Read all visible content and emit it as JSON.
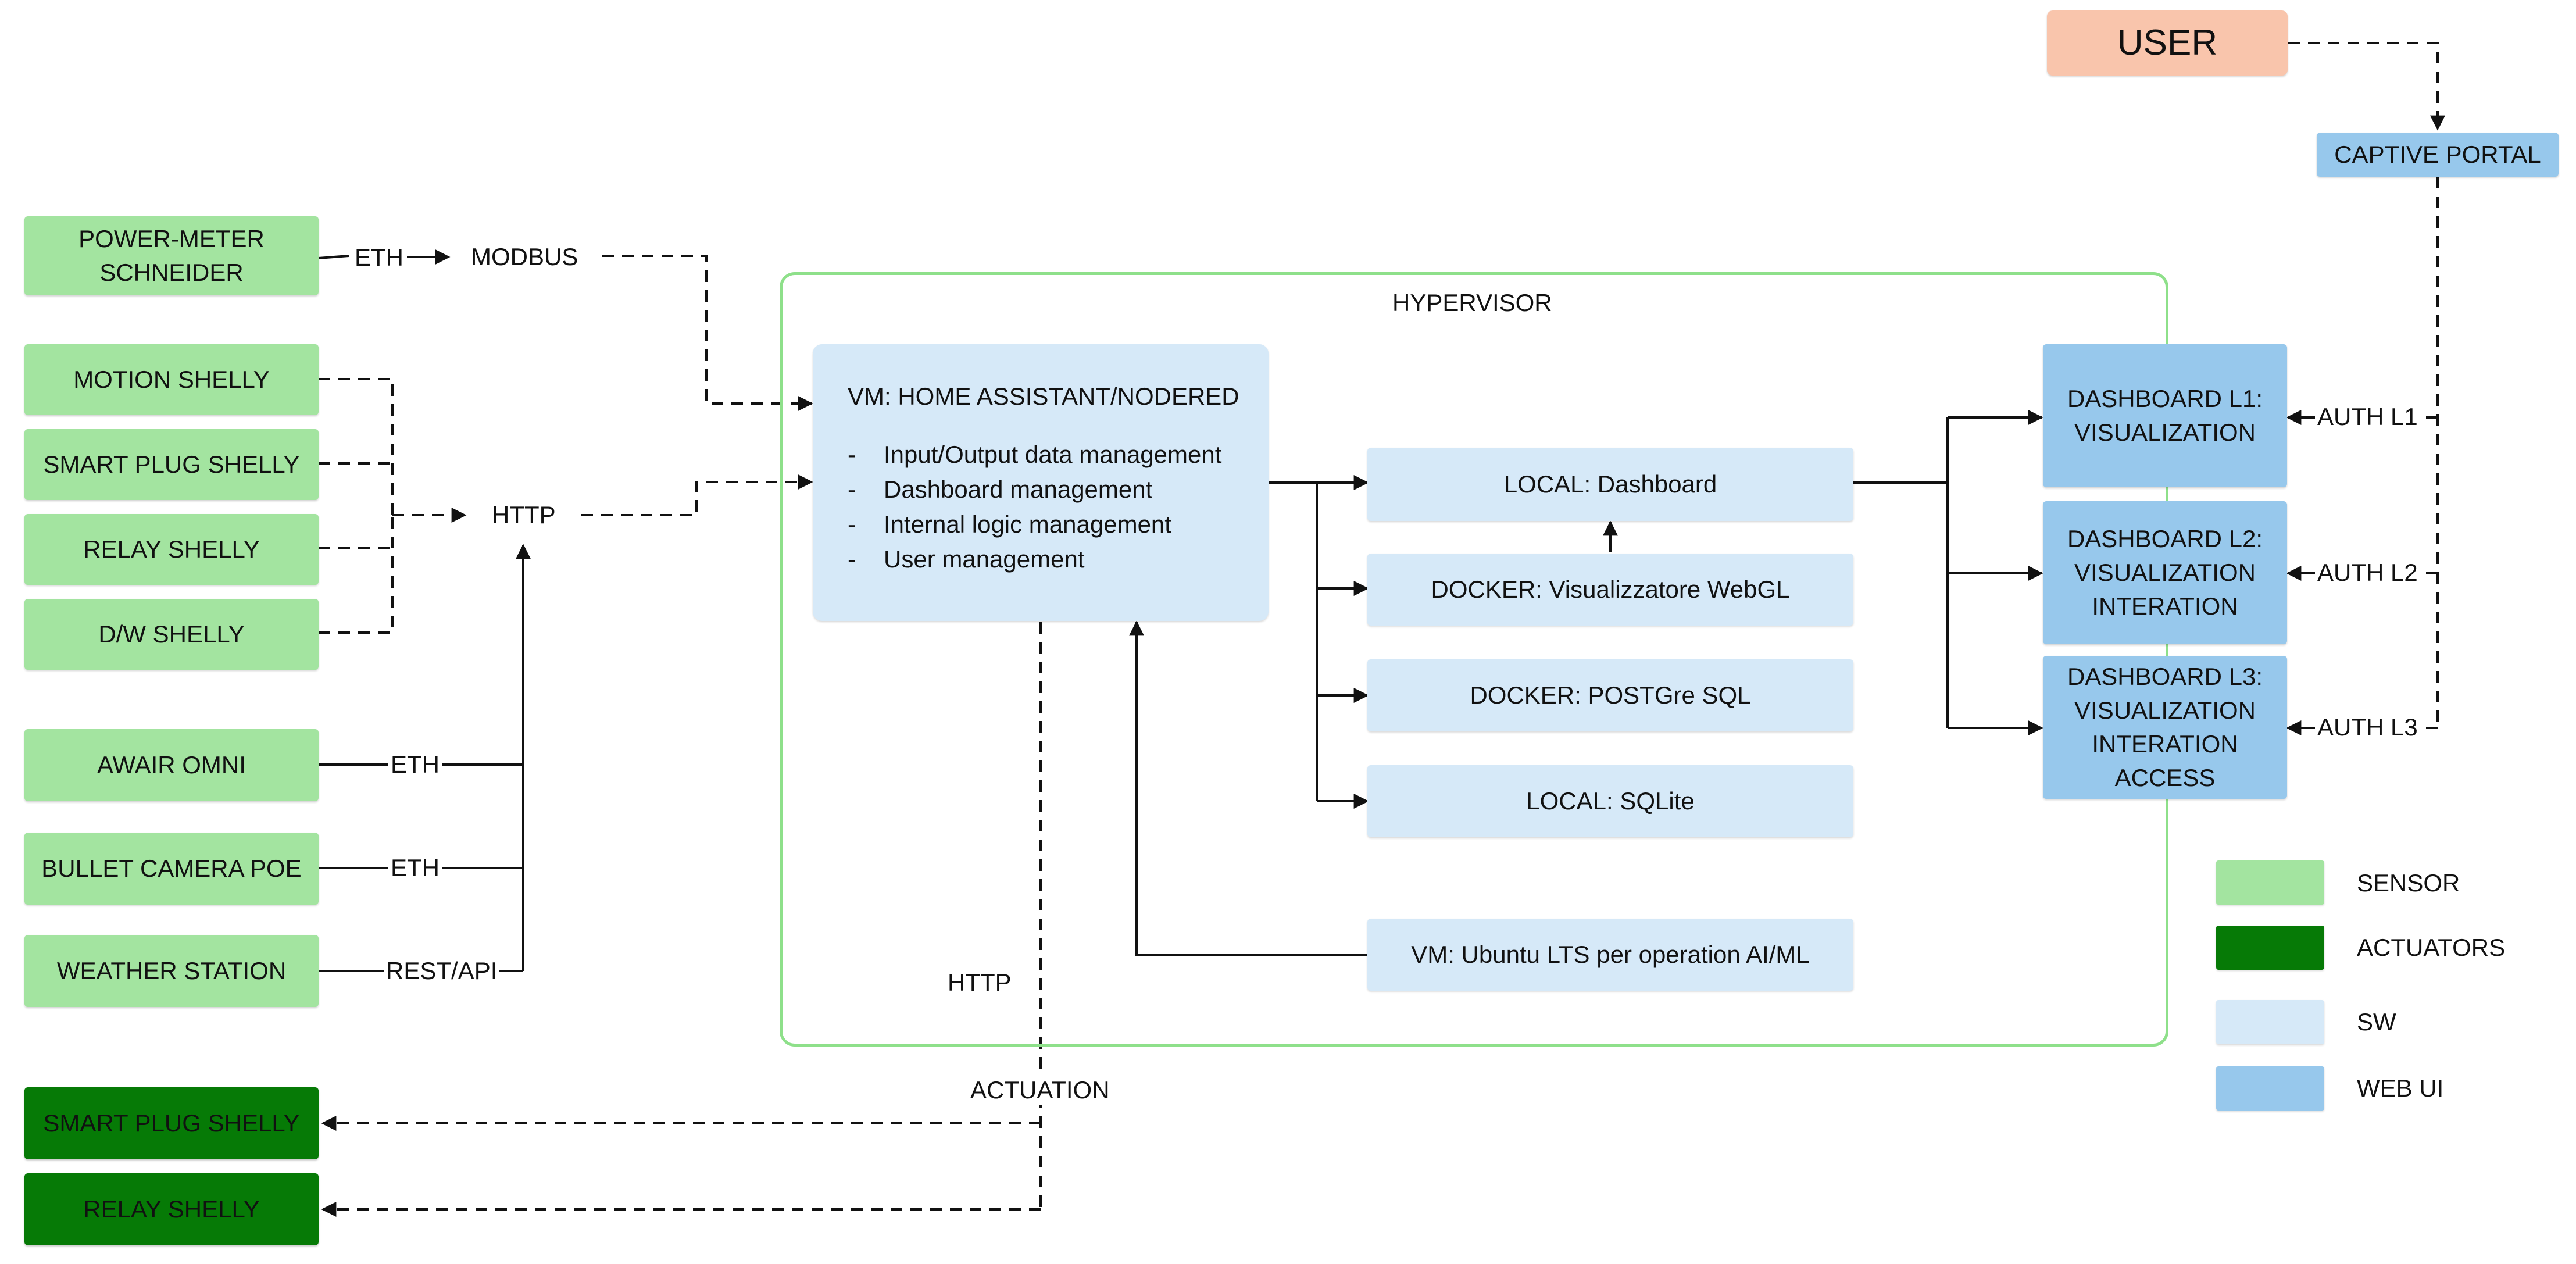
{
  "colors": {
    "sensor": "#a3e4a0",
    "actuator": "#067a06",
    "sw": "#d6e9f8",
    "webui": "#97c8ec",
    "user": "#f9c5ac",
    "hypervisor_border": "#8ee08a"
  },
  "user": "USER",
  "captive_portal": "CAPTIVE PORTAL",
  "hypervisor": {
    "title": "HYPERVISOR",
    "ha": {
      "title": "VM: HOME ASSISTANT/NODERED",
      "items": [
        "Input/Output data management",
        "Dashboard management",
        "Internal logic management",
        "User management"
      ],
      "dash": "-"
    },
    "local_dashboard": "LOCAL: Dashboard",
    "docker_webgl": "DOCKER:  Visualizzatore WebGL",
    "docker_postgres": "DOCKER:  POSTGre SQL",
    "local_sqlite": "LOCAL: SQLite",
    "vm_ubuntu": "VM: Ubuntu LTS per operation AI/ML"
  },
  "sensors": {
    "power_meter": "POWER-METER\nSCHNEIDER",
    "motion": "MOTION SHELLY",
    "smart_plug": "SMART PLUG SHELLY",
    "relay": "RELAY SHELLY",
    "dw": "D/W SHELLY",
    "awair": "AWAIR OMNI",
    "bullet_camera": "BULLET CAMERA POE",
    "weather": "WEATHER STATION"
  },
  "actuators": {
    "smart_plug": "SMART PLUG SHELLY",
    "relay": "RELAY SHELLY"
  },
  "dashboards": {
    "l1": "DASHBOARD L1:\nVISUALIZATION",
    "l2": "DASHBOARD L2:\nVISUALIZATION\nINTERATION",
    "l3": "DASHBOARD L3:\nVISUALIZATION\nINTERATION\nACCESS"
  },
  "auth": {
    "l1": "AUTH L1",
    "l2": "AUTH L2",
    "l3": "AUTH L3"
  },
  "protocols": {
    "eth_power": "ETH",
    "modbus": "MODBUS",
    "http_in": "HTTP",
    "eth_awair": "ETH",
    "eth_camera": "ETH",
    "rest_api": "REST/API",
    "http_out": "HTTP",
    "actuation": "ACTUATION"
  },
  "legend": {
    "sensor": "SENSOR",
    "actuators": "ACTUATORS",
    "sw": "SW",
    "webui": "WEB UI"
  }
}
